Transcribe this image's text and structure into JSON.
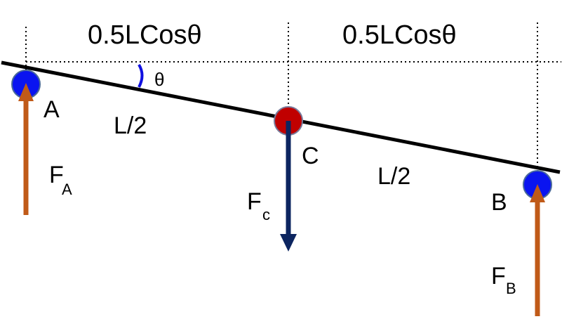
{
  "colors": {
    "beam": "#000000",
    "dotted_guides": "#000000",
    "angle_arc": "#1010e0",
    "support_ball": "#0a14f0",
    "support_ball_outline": "#4a6a9a",
    "center_ball": "#c00000",
    "center_ball_outline": "#7a7a9a",
    "support_force_arrow": "#c05a18",
    "weight_arrow": "#0c2560"
  },
  "labels": {
    "span_left": "0.5LCosθ",
    "span_right": "0.5LCosθ",
    "angle": "θ",
    "point_a": "A",
    "point_b": "B",
    "point_c": "C",
    "half_left": "L/2",
    "half_right": "L/2",
    "force_a": {
      "main": "F",
      "sub": "A"
    },
    "force_b": {
      "main": "F",
      "sub": "B"
    },
    "force_c": {
      "main": "F",
      "sub": "c"
    }
  }
}
